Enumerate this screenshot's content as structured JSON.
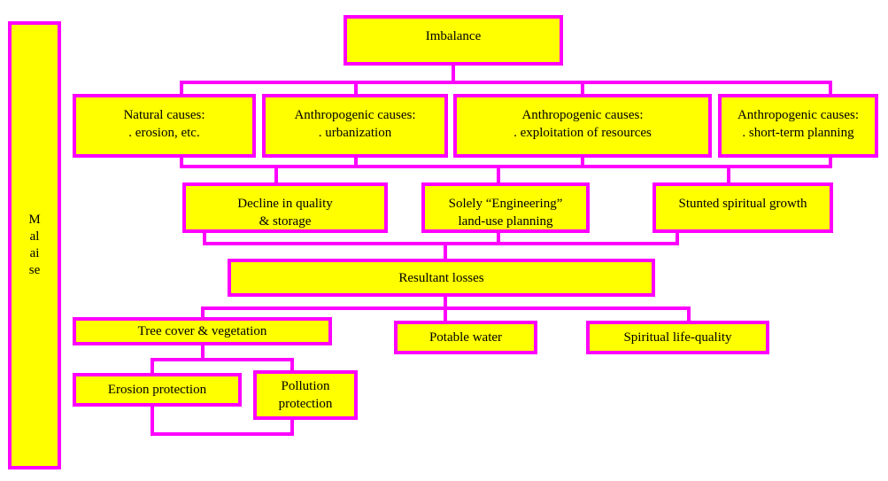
{
  "side_label": "Malaise",
  "boxes": {
    "imbalance": "Imbalance",
    "natural": "Natural causes:\n. erosion, etc.",
    "urbanization": "Anthropogenic causes:\n. urbanization",
    "exploitation": "Anthropogenic causes:\n. exploitation of resources",
    "planning": "Anthropogenic causes:\n. short-term planning",
    "decline": "Decline in quality\n& storage",
    "engineering": "Solely “Engineering”\nland-use planning",
    "spiritual_growth": "Stunted spiritual growth",
    "losses": "Resultant losses",
    "tree_cover": "Tree cover & vegetation",
    "potable": "Potable water",
    "spiritual_life": "Spiritual life-quality",
    "erosion_protection": "Erosion protection",
    "pollution_protection": "Pollution\nprotection"
  },
  "colors": {
    "fill": "#ffff00",
    "border": "#ff00ff",
    "text": "#000000"
  }
}
